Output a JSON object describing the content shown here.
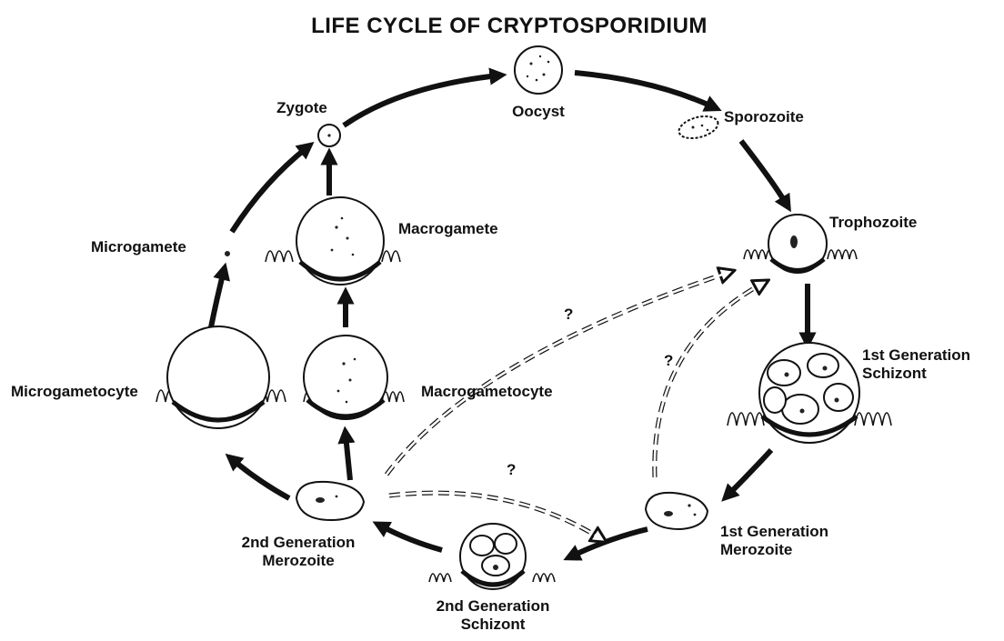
{
  "title": "LIFE CYCLE OF CRYPTOSPORIDIUM",
  "stages": {
    "oocyst": "Oocyst",
    "sporozoite": "Sporozoite",
    "trophozoite": "Trophozoite",
    "first_gen_schizont": [
      "1st Generation",
      "Schizont"
    ],
    "first_gen_merozoite": [
      "1st Generation",
      "Merozoite"
    ],
    "second_gen_schizont": [
      "2nd Generation",
      "Schizont"
    ],
    "second_gen_merozoite": [
      "2nd Generation",
      "Merozoite"
    ],
    "microgametocyte": "Microgametocyte",
    "macrogametocyte": "Macrogametocyte",
    "microgamete": "Microgamete",
    "macrogamete": "Macrogamete",
    "zygote": "Zygote"
  },
  "uncertain_marks": [
    "?",
    "?",
    "?"
  ]
}
